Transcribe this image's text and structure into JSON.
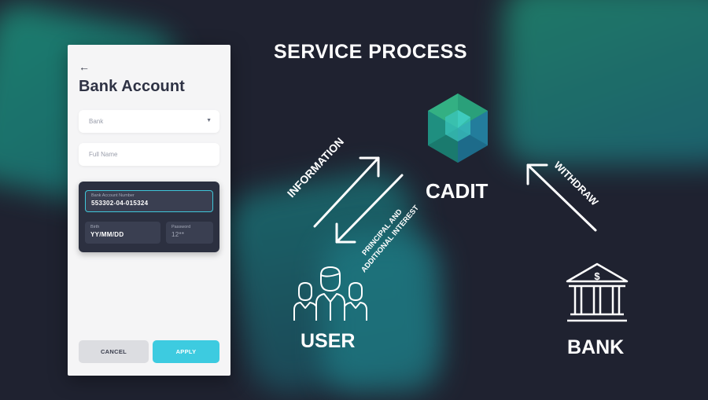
{
  "phone": {
    "title": "Bank Account",
    "bank_placeholder": "Bank",
    "name_placeholder": "Full Name",
    "account_number_label": "Bank Account Number",
    "account_number_value": "553302-04-015324",
    "birth_label": "Birth",
    "birth_value": "YY/MM/DD",
    "password_label": "Password",
    "password_value": "12**",
    "cancel_label": "CANCEL",
    "apply_label": "APPLY"
  },
  "diagram": {
    "heading": "SERVICE PROCESS",
    "cadit_label": "CADIT",
    "user_label": "USER",
    "bank_label": "BANK",
    "information_label": "INFORMATION",
    "principal_line1": "PRINCIPAL AND",
    "principal_line2": "ADDITIONAL INTEREST",
    "withdraw_label": "WITHDRAW"
  },
  "icons": [
    "back-arrow-icon",
    "dropdown-caret-icon",
    "cadit-logo-icon",
    "users-icon",
    "bank-building-icon",
    "arrow-icon"
  ],
  "colors": {
    "background": "#1f2230",
    "accent": "#3dcbe0",
    "card": "#2c3040",
    "teal_dark": "#1e7d77",
    "green": "#2f9d74"
  }
}
